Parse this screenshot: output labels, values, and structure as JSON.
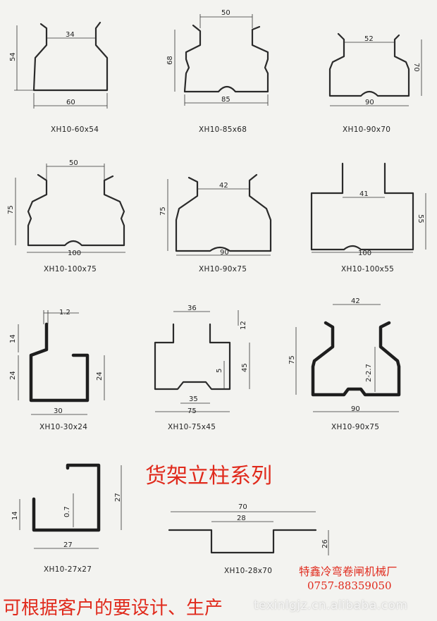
{
  "profiles": [
    {
      "caption": "XH10-60x54",
      "dims": [
        "34",
        "54",
        "60"
      ]
    },
    {
      "caption": "XH10-85x68",
      "dims": [
        "50",
        "68",
        "85"
      ]
    },
    {
      "caption": "XH10-90x70",
      "dims": [
        "52",
        "70",
        "90"
      ]
    },
    {
      "caption": "XH10-100x75",
      "dims": [
        "50",
        "75",
        "100"
      ]
    },
    {
      "caption": "XH10-90x75",
      "dims": [
        "42",
        "75",
        "90"
      ]
    },
    {
      "caption": "XH10-100x55",
      "dims": [
        "41",
        "55",
        "100"
      ]
    },
    {
      "caption": "XH10-30x24",
      "dims": [
        "1.2",
        "14",
        "24",
        "24",
        "30"
      ]
    },
    {
      "caption": "XH10-75x45",
      "dims": [
        "36",
        "12",
        "45",
        "5",
        "35",
        "75"
      ]
    },
    {
      "caption": "XH10-90x75",
      "dims": [
        "42",
        "75",
        "2-2.7",
        "90"
      ]
    },
    {
      "caption": "XH10-27x27",
      "dims": [
        "14",
        "0.7",
        "27",
        "27"
      ]
    },
    {
      "caption": "XH10-28x70",
      "dims": [
        "70",
        "28",
        "26"
      ]
    }
  ],
  "series_title": "货架立柱系列",
  "company": "特鑫冷弯卷闸机械厂",
  "phone": "0757-88359050",
  "slogan": "可根据客户的要设计、生产",
  "watermark": "texinlgjz.cn.alibaba.com",
  "colors": {
    "accent": "#e02a1c",
    "line": "#2a2a2a",
    "paper": "#f3f3f0"
  }
}
